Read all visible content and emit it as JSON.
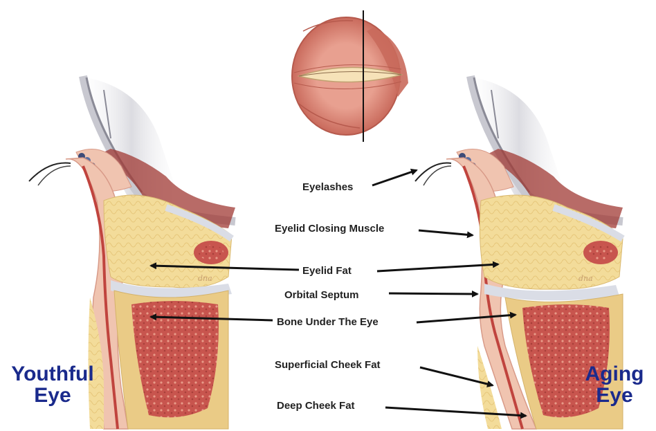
{
  "colors": {
    "title": "#1a2a8c",
    "arrow": "#111111",
    "fat": "#f3dc9a",
    "bone": "#eacb86",
    "marrow": "#c8554e",
    "skin": "#f0c4b0",
    "muscle": "#d9786a",
    "septum": "#dadde6",
    "shadow": "#8a8a96",
    "lashes": "#3c4a78"
  },
  "youthful": {
    "line1": "Youthful",
    "line2": "Eye"
  },
  "aging": {
    "line1": "Aging",
    "line2": "Eye"
  },
  "artist_signature": "dna",
  "labels": {
    "eyelashes": "Eyelashes",
    "eyelid_closing_muscle": "Eyelid Closing Muscle",
    "eyelid_fat": "Eyelid Fat",
    "orbital_septum": "Orbital Septum",
    "bone_under_eye": "Bone Under The Eye",
    "superficial_cheek_fat": "Superficial Cheek Fat",
    "deep_cheek_fat": "Deep Cheek Fat"
  },
  "icons": {
    "top": "eye-muscle-front-view-icon",
    "left": "youthful-eye-cross-section-icon",
    "right": "aging-eye-cross-section-icon"
  }
}
